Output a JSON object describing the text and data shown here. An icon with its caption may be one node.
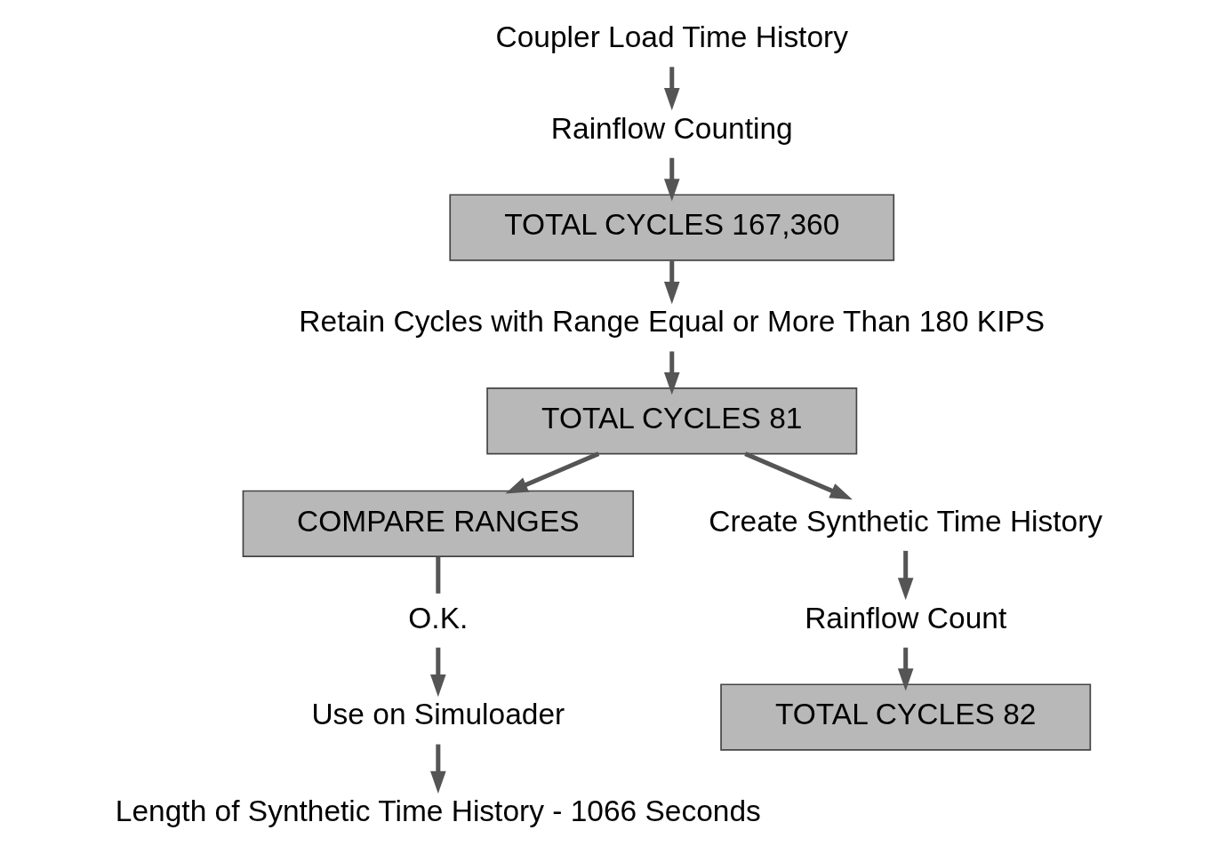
{
  "diagram": {
    "nodes": [
      {
        "text": [
          "Coupler Load Time History"
        ]
      },
      {
        "text": [
          "Rainflow Counting"
        ]
      },
      {
        "text": [
          "TOTAL CYCLES 167,360"
        ]
      },
      {
        "text": [
          "Retain Cycles with Range Equal or More Than 180 KIPS"
        ]
      },
      {
        "text": [
          "TOTAL CYCLES 81"
        ]
      },
      {
        "text": [
          "COMPARE RANGES"
        ]
      },
      {
        "text": [
          "Create Synthetic Time History"
        ]
      },
      {
        "text": [
          "Rainflow Count"
        ]
      },
      {
        "text": [
          "TOTAL CYCLES 82"
        ]
      },
      {
        "text": [
          "O.K."
        ]
      },
      {
        "text": [
          "Use on Simuloader"
        ]
      },
      {
        "text": [
          "Length of Synthetic Time History - 1066 Seconds"
        ]
      }
    ],
    "edges": [
      {
        "from": 0,
        "to": 1,
        "arrow": "to"
      },
      {
        "from": 1,
        "to": 2,
        "arrow": "to"
      },
      {
        "from": 2,
        "to": 3,
        "arrow": "to"
      },
      {
        "from": 3,
        "to": 4,
        "arrow": "to"
      },
      {
        "from": 4,
        "to": 5,
        "arrow": "to"
      },
      {
        "from": 4,
        "to": 6,
        "arrow": "to"
      },
      {
        "from": 6,
        "to": 7,
        "arrow": "to"
      },
      {
        "from": 7,
        "to": 8,
        "arrow": "to"
      },
      {
        "from": 5,
        "to": 9,
        "arrow": "none"
      },
      {
        "from": 9,
        "to": 10,
        "arrow": "to"
      },
      {
        "from": 10,
        "to": 11,
        "arrow": "to"
      }
    ]
  }
}
